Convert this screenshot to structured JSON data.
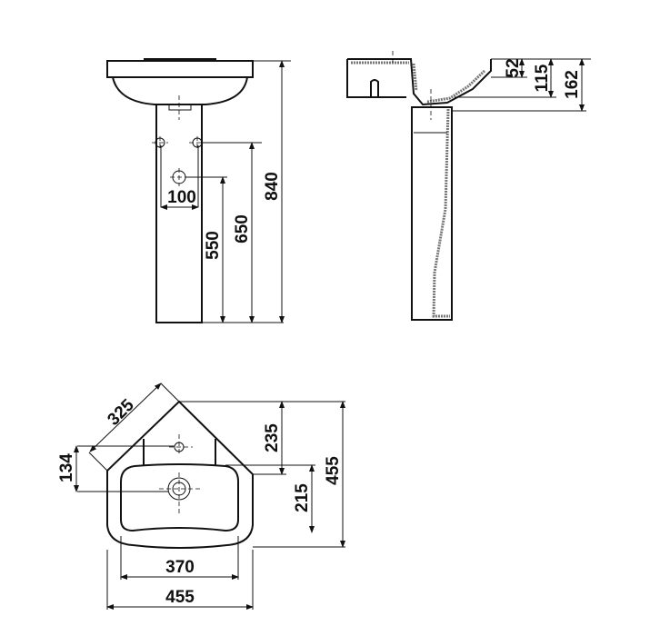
{
  "front_view": {
    "dim_taps": "100",
    "dim_drain_height": "550",
    "dim_tap_height": "650",
    "dim_total_height": "840"
  },
  "side_view": {
    "dim_bowl_depth": "52",
    "dim_basin_depth": "115",
    "dim_overall_depth": "162"
  },
  "top_view": {
    "dim_diagonal": "325",
    "dim_offset": "134",
    "dim_tap_depth": "235",
    "dim_total_depth": "455",
    "dim_bowl_depth": "215",
    "dim_bowl_width": "370",
    "dim_total_width": "455"
  },
  "colors": {
    "line": "#111111"
  }
}
